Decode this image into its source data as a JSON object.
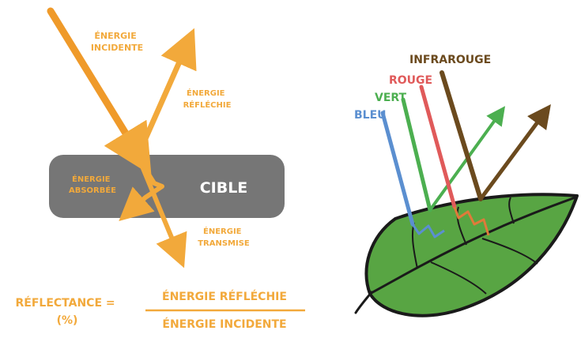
{
  "left_diagram": {
    "incident_label": [
      "ÉNERGIE",
      "INCIDENTE"
    ],
    "reflected_label": [
      "ÉNERGIE",
      "RÉFLÉCHIE"
    ],
    "absorbed_label": [
      "ÉNERGIE",
      "ABSORBÉE"
    ],
    "target_label": "CIBLE",
    "transmitted_label": [
      "ÉNERGIE",
      "TRANSMISE"
    ]
  },
  "formula": {
    "lhs": [
      "RÉFLECTANCE =",
      "(%)"
    ],
    "numerator": "ÉNERGIE RÉFLÉCHIE",
    "denominator": "ÉNERGIE INCIDENTE"
  },
  "right_diagram": {
    "bands": [
      {
        "label": "BLEU",
        "color": "#5b8fd0"
      },
      {
        "label": "VERT",
        "color": "#4caf50"
      },
      {
        "label": "ROUGE",
        "color": "#e05a5a"
      },
      {
        "label": "INFRAROUGE",
        "color": "#6b4a1e"
      }
    ]
  },
  "colors": {
    "orange": "#f2a93b",
    "orange_dark": "#ef9a2a",
    "target_gray": "#767676",
    "leaf_green": "#58a543",
    "leaf_outline": "#1a1a1a"
  }
}
